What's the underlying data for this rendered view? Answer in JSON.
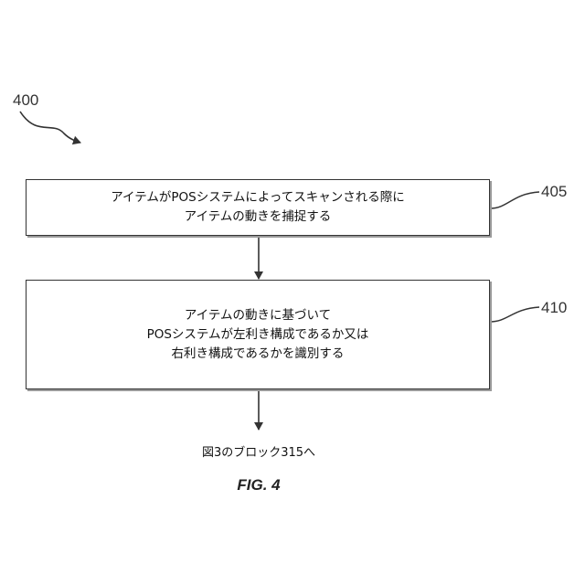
{
  "figure_number": "400",
  "steps": [
    {
      "ref": "405",
      "text": "アイテムがPOSシステムによってスキャンされる際に\nアイテムの動きを捕捉する"
    },
    {
      "ref": "410",
      "text": "アイテムの動きに基づいて\nPOSシステムが左利き構成であるか又は\n右利き構成であるかを識別する"
    }
  ],
  "end_label": "図3のブロック315へ",
  "caption": "FIG. 4"
}
